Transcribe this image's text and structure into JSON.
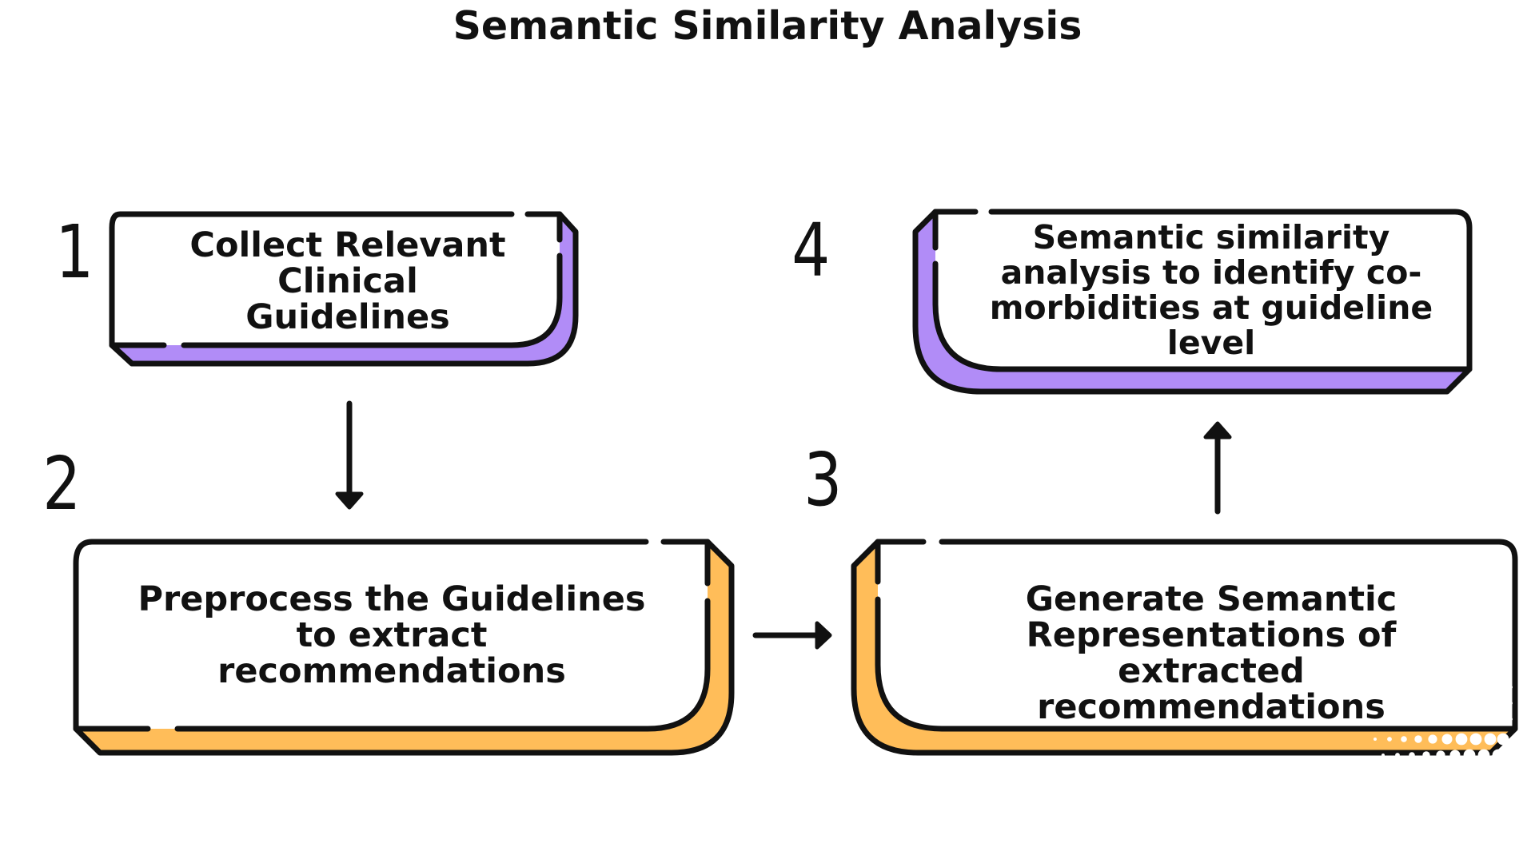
{
  "title": "Semantic Similarity Analysis",
  "colors": {
    "outline": "#111111",
    "purple": "#b18cf7",
    "orange": "#ffbd59",
    "background": "#ffffff"
  },
  "steps": [
    {
      "number": "1",
      "text": "Collect Relevant Clinical Guidelines",
      "color": "purple"
    },
    {
      "number": "2",
      "text": "Preprocess the Guidelines to extract recommendations",
      "color": "orange"
    },
    {
      "number": "3",
      "text": "Generate Semantic Representations of extracted recommendations",
      "color": "orange"
    },
    {
      "number": "4",
      "text": "Semantic similarity analysis to identify co-morbidities at guideline level",
      "color": "purple"
    }
  ],
  "arrows": [
    {
      "from": "1",
      "to": "2",
      "direction": "down"
    },
    {
      "from": "2",
      "to": "3",
      "direction": "right"
    },
    {
      "from": "3",
      "to": "4",
      "direction": "up"
    }
  ]
}
